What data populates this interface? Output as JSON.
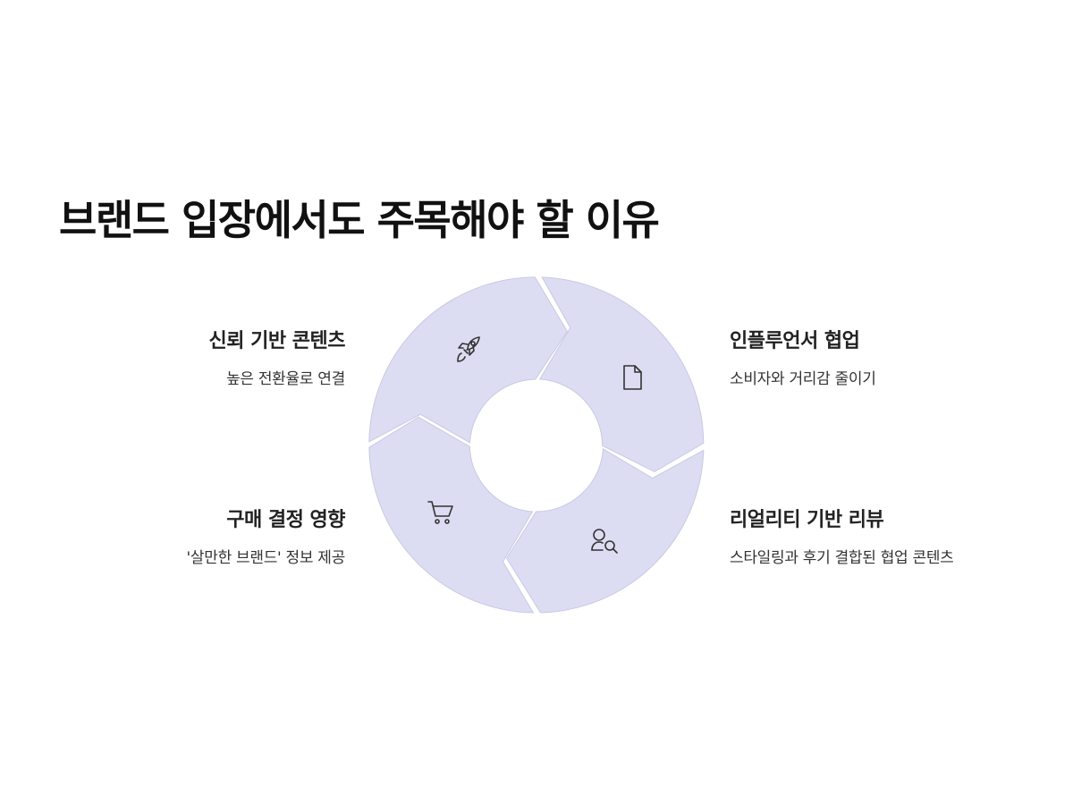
{
  "title": "브랜드 입장에서도 주목해야 할 이유",
  "items": [
    {
      "heading": "신뢰 기반 콘텐츠",
      "description": "높은 전환율로 연결",
      "icon": "rocket-icon"
    },
    {
      "heading": "인플루언서 협업",
      "description": "소비자와 거리감 줄이기",
      "icon": "document-icon"
    },
    {
      "heading": "리얼리티 기반 리뷰",
      "description": "스타일링과 후기 결합된 협업 콘텐츠",
      "icon": "user-search-icon"
    },
    {
      "heading": "구매 결정 영향",
      "description": "'살만한 브랜드' 정보 제공",
      "icon": "shopping-cart-icon"
    }
  ],
  "colors": {
    "segment_fill": "#dcdcf2",
    "segment_stroke": "#c9c9e4",
    "background": "#ffffff"
  }
}
